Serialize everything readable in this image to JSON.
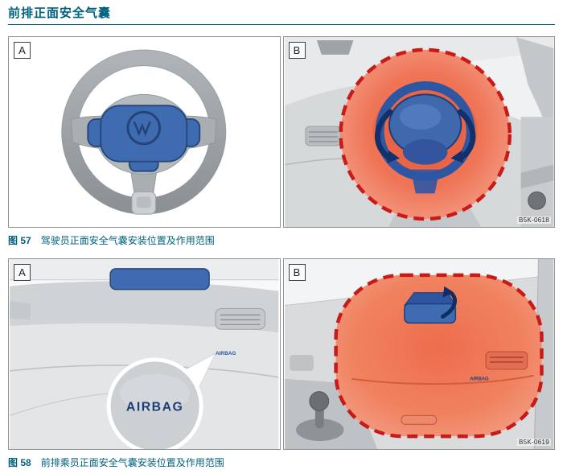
{
  "page": {
    "title": "前排正面安全气囊"
  },
  "colors": {
    "accent_teal": "#00617E",
    "airbag_blue": "#3F6CB1",
    "airbag_blue_dark": "#1F3F7A",
    "warning_red": "#C81A18",
    "zone_salmon": "#F08A70"
  },
  "figure57": {
    "panel_a": {
      "label": "A"
    },
    "panel_b": {
      "label": "B",
      "code": "B5K-0618"
    },
    "caption_label": "图 57",
    "caption_text": "驾驶员正面安全气囊安装位置及作用范围"
  },
  "figure58": {
    "panel_a": {
      "label": "A",
      "dash_label": "AIRBAG",
      "callout_label": "AIRBAG"
    },
    "panel_b": {
      "label": "B",
      "code": "B5K-0619",
      "dash_label": "AIRBAG"
    },
    "caption_label": "图 58",
    "caption_text": "前排乘员正面安全气囊安装位置及作用范围"
  }
}
